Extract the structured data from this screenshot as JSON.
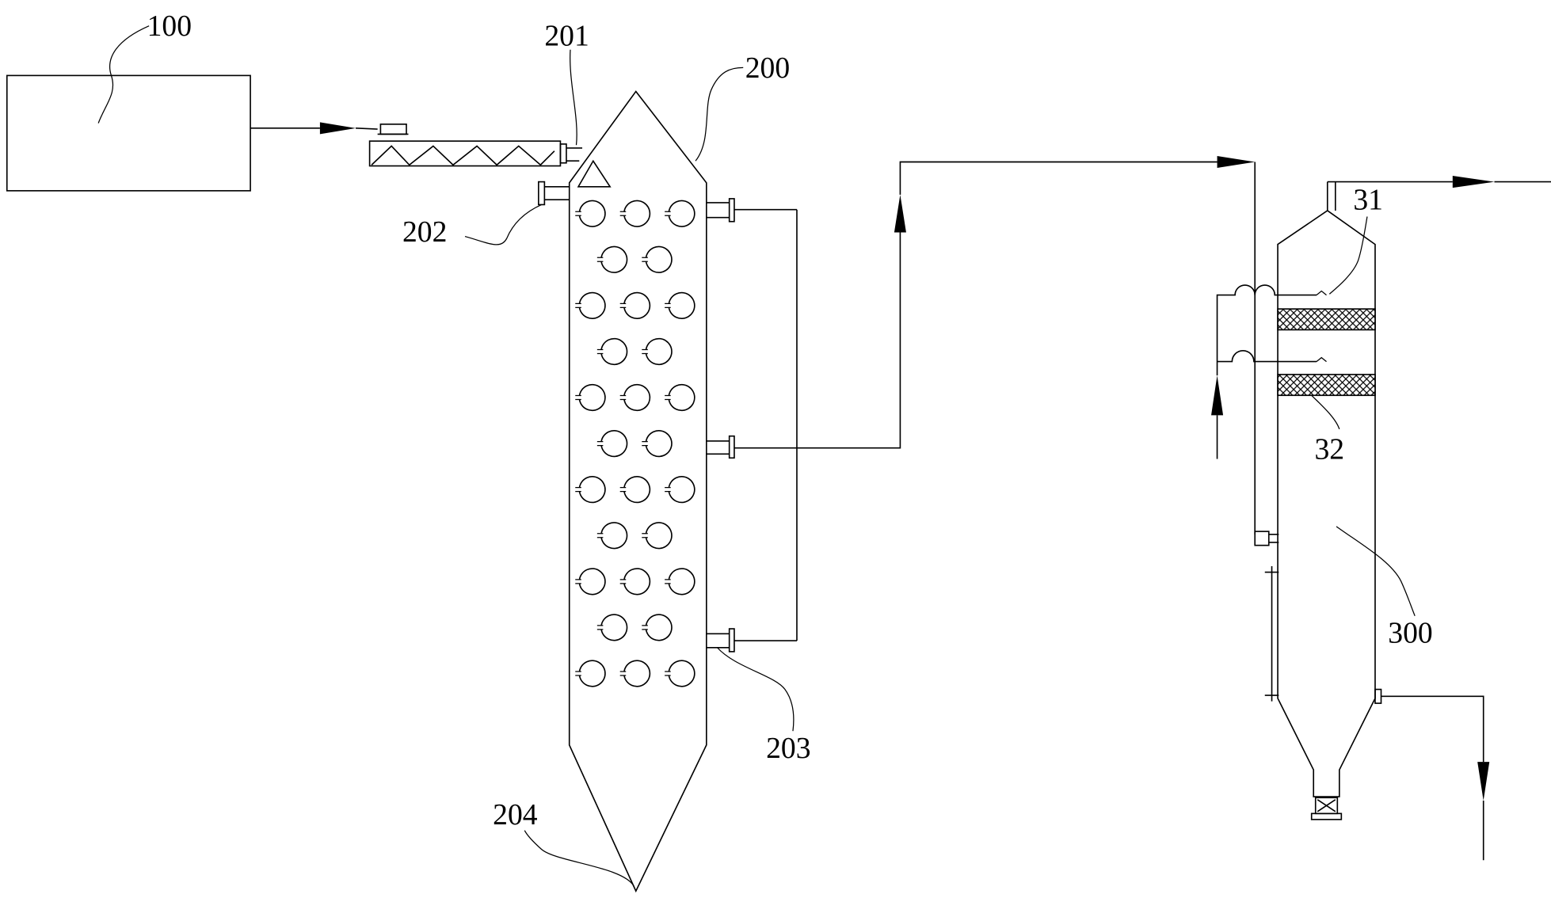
{
  "colors": {
    "line": "#000000",
    "background": "#ffffff"
  },
  "labels": {
    "feed_tank": "100",
    "reactor_column": "200",
    "screw_feeder": "201",
    "side_inlet": "202",
    "gas_outlets": "203",
    "bottom_outlet": "204",
    "scrubber_tower": "300",
    "upper_packing": "31",
    "lower_packing": "32"
  }
}
